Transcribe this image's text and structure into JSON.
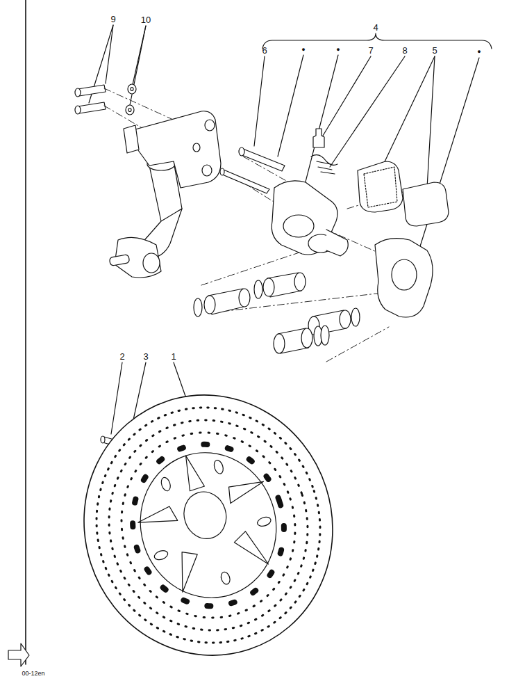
{
  "diagram": {
    "labels": [
      "9",
      "10",
      "4",
      "6",
      "●",
      "●",
      "7",
      "8",
      "5",
      "●",
      "2",
      "3",
      "1",
      "00-12en"
    ]
  }
}
